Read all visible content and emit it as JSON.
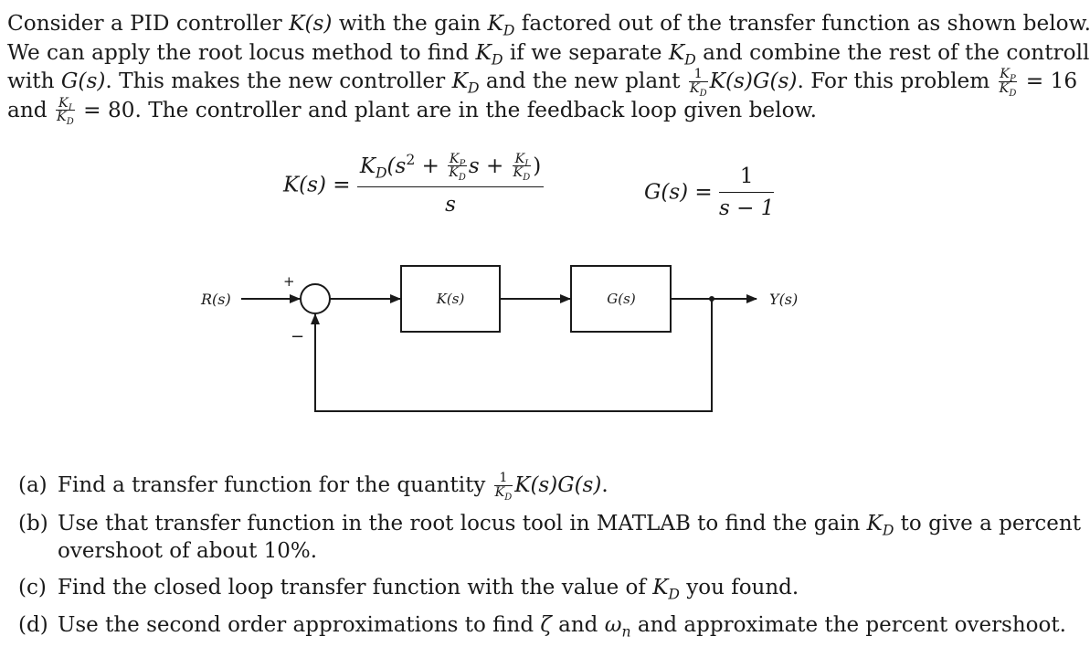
{
  "intro": {
    "l1_a": "Consider a PID controller ",
    "l1_b": " with the gain ",
    "l1_c": " factored out of the transfer function as shown below.",
    "l2_a": "We can apply the root locus method to find ",
    "l2_b": " if we separate ",
    "l2_c": " and combine the rest of the controller",
    "l3_a": "with ",
    "l3_b": ". This makes the new controller ",
    "l3_c": " and the new plant ",
    "l3_d": ". For this problem ",
    "l3_e": " = 16",
    "l4_a": "and ",
    "l4_b": " = 80. The controller and plant are in the feedback loop given below."
  },
  "symbols": {
    "Ks": "K(s)",
    "Gs": "G(s)",
    "K": "K",
    "D": "D",
    "P": "P",
    "I": "I",
    "one": "1",
    "KsGs": "K(s)G(s)"
  },
  "equations": {
    "k_lhs": "K(s) =",
    "k_num_a": "K",
    "k_num_b": "(s",
    "k_num_c": " + ",
    "k_num_d": "s + ",
    "k_num_e": ")",
    "k_den": "s",
    "g_lhs": "G(s) =",
    "g_num": "1",
    "g_den": "s − 1"
  },
  "diagram": {
    "input": "R(s)",
    "output": "Y(s)",
    "block1": "K(s)",
    "block2": "G(s)",
    "plus": "+",
    "minus": "−"
  },
  "questions": [
    {
      "label": "(a)",
      "a": "Find a transfer function for the quantity ",
      "b": "."
    },
    {
      "label": "(b)",
      "a": "Use that transfer function in the root locus tool in MATLAB to find the gain ",
      "b": " to give a percent",
      "c": "overshoot of about 10%."
    },
    {
      "label": "(c)",
      "a": "Find the closed loop transfer function with the value of ",
      "b": " you found."
    },
    {
      "label": "(d)",
      "a": "Use the second order approximations to find ",
      "zeta": "ζ",
      "mid": " and ",
      "omega": "ω",
      "n": "n",
      "b": " and approximate the percent overshoot."
    }
  ]
}
